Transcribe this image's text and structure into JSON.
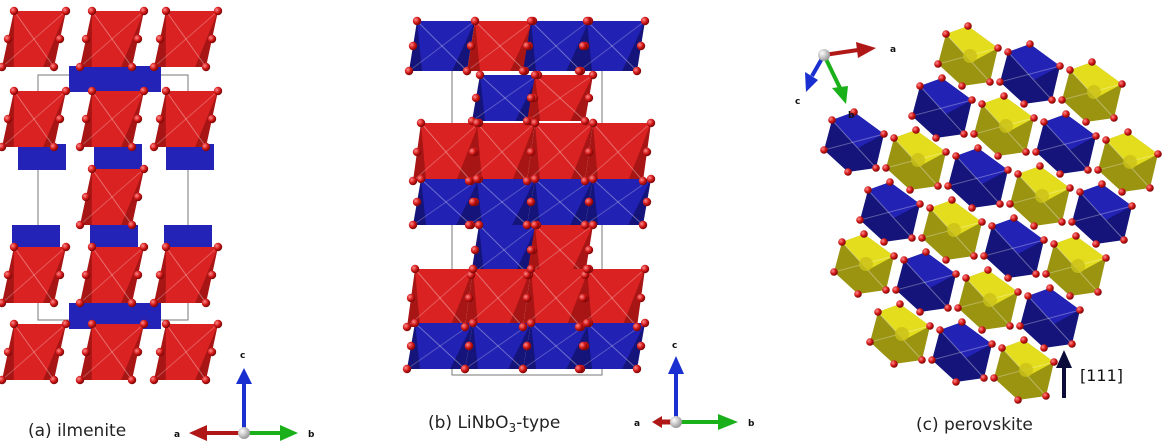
{
  "panels": [
    {
      "key": "a",
      "caption": "(a) ilmenite"
    },
    {
      "key": "b",
      "caption_prefix": "(b) LiNbO",
      "caption_sub": "3",
      "caption_suffix": "-type"
    },
    {
      "key": "c",
      "caption": "(c) perovskite"
    }
  ],
  "axes_labels": {
    "a": "a",
    "b": "b",
    "c": "c"
  },
  "direction_label": "[111]",
  "colors": {
    "red_octahedron": "#e02424",
    "red_dark": "#a81515",
    "blue_octahedron": "#2323b8",
    "blue_dark": "#14147a",
    "yellow_octahedron": "#e8e020",
    "yellow_dark": "#9a9410",
    "oxygen": "#cc1010",
    "axis_a": "#b01818",
    "axis_b": "#19b019",
    "axis_c": "#1a2fd0"
  }
}
